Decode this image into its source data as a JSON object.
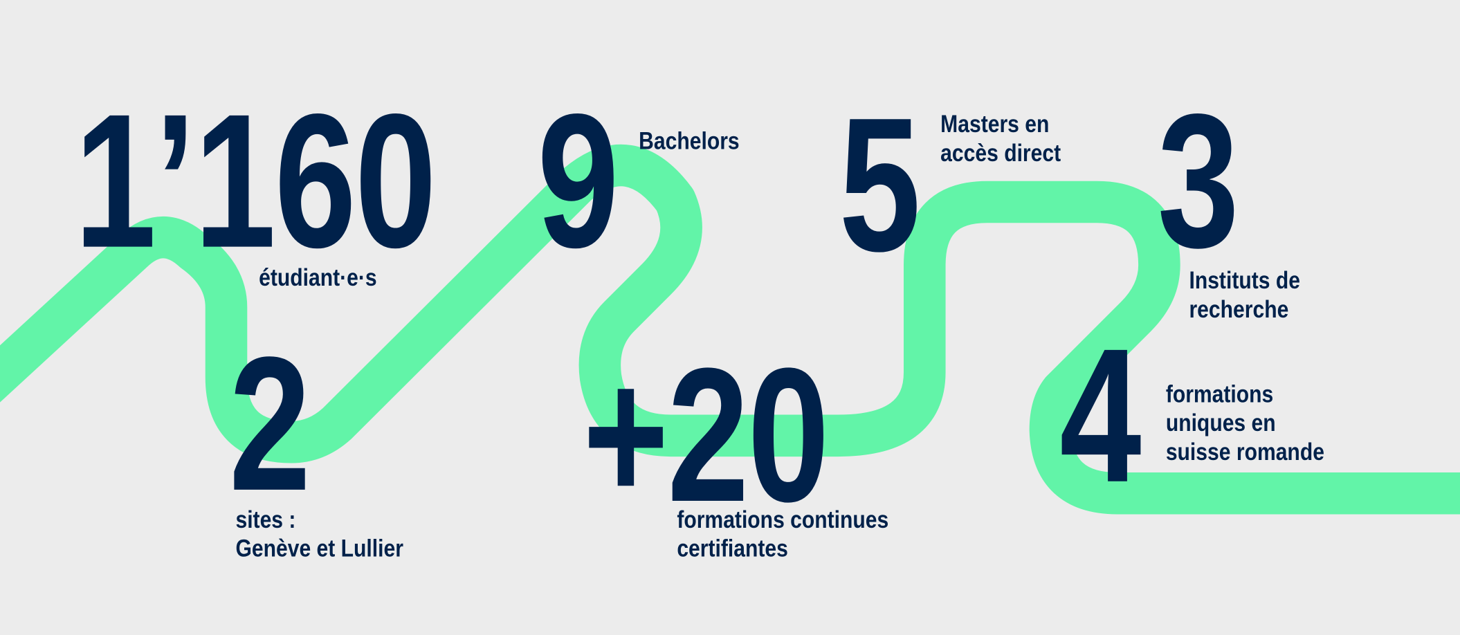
{
  "colors": {
    "background": "#ececec",
    "path": "#62f4a8",
    "text": "#00214a"
  },
  "stats": [
    {
      "value": "1’160",
      "label": [
        "étudiant·e·s"
      ]
    },
    {
      "value": "2",
      "label": [
        "sites :",
        "Genève et Lullier"
      ]
    },
    {
      "value": "9",
      "label": [
        "Bachelors"
      ]
    },
    {
      "value": "+20",
      "label": [
        "formations continues",
        "certifiantes"
      ]
    },
    {
      "value": "5",
      "label": [
        "Masters en",
        "accès direct"
      ]
    },
    {
      "value": "3",
      "label": [
        "Instituts de",
        "recherche"
      ]
    },
    {
      "value": "4",
      "label": [
        "formations",
        "uniques en",
        "suisse romande"
      ]
    }
  ]
}
